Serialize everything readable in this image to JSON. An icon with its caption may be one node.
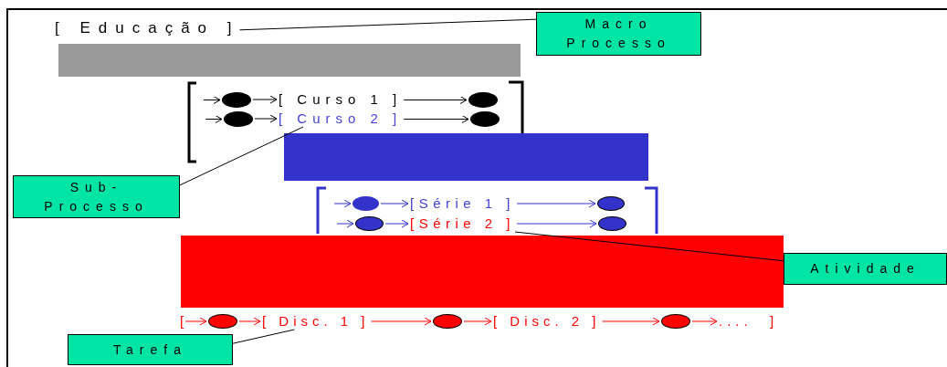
{
  "diagram": {
    "nodes": [
      {
        "text": [
          "[ Educação ]"
        ]
      },
      {
        "text": [
          "Macro Processo"
        ]
      },
      {
        "text": [],
        "shape": "bar"
      },
      {
        "text": [],
        "shape": "ellipse"
      },
      {
        "text": [
          "[ Curso 1 ]"
        ]
      },
      {
        "text": [],
        "shape": "ellipse"
      },
      {
        "text": [],
        "shape": "ellipse"
      },
      {
        "text": [
          "[ Curso 2 ]"
        ]
      },
      {
        "text": [],
        "shape": "ellipse"
      },
      {
        "text": [],
        "shape": "bar"
      },
      {
        "text": [
          "Sub- Processo"
        ]
      },
      {
        "text": [],
        "shape": "ellipse"
      },
      {
        "text": [
          "[Série 1 ]"
        ]
      },
      {
        "text": [],
        "shape": "ellipse"
      },
      {
        "text": [],
        "shape": "ellipse"
      },
      {
        "text": [
          "[Série 2 ]"
        ]
      },
      {
        "text": [],
        "shape": "ellipse"
      },
      {
        "text": [],
        "shape": "bar"
      },
      {
        "text": [
          "Atividade"
        ]
      },
      {
        "text": [
          "["
        ]
      },
      {
        "text": [],
        "shape": "ellipse"
      },
      {
        "text": [
          "[ Disc. 1 ]"
        ]
      },
      {
        "text": [],
        "shape": "ellipse"
      },
      {
        "text": [
          "[ Disc. 2 ]"
        ]
      },
      {
        "text": [],
        "shape": "ellipse"
      },
      {
        "text": [
          "...."
        ]
      },
      {
        "text": [
          "Tarefa"
        ]
      }
    ],
    "edges": [
      {
        "from": 1,
        "to": 0,
        "arrow": "none"
      },
      {
        "from": null,
        "to": 3,
        "arrow": "to"
      },
      {
        "from": 3,
        "to": 4,
        "arrow": "to"
      },
      {
        "from": 4,
        "to": 5,
        "arrow": "to"
      },
      {
        "from": null,
        "to": 6,
        "arrow": "to"
      },
      {
        "from": 6,
        "to": 7,
        "arrow": "to"
      },
      {
        "from": 7,
        "to": 8,
        "arrow": "to"
      },
      {
        "from": 10,
        "to": 7,
        "arrow": "none"
      },
      {
        "from": null,
        "to": 11,
        "arrow": "to",
        "color": "#3333cc"
      },
      {
        "from": 11,
        "to": 12,
        "arrow": "to",
        "color": "#3333cc"
      },
      {
        "from": 12,
        "to": 13,
        "arrow": "to",
        "color": "#3333cc"
      },
      {
        "from": null,
        "to": 14,
        "arrow": "to",
        "color": "#3333cc"
      },
      {
        "from": 14,
        "to": 15,
        "arrow": "to",
        "color": "#3333cc"
      },
      {
        "from": 15,
        "to": 16,
        "arrow": "to",
        "color": "#3333cc"
      },
      {
        "from": 18,
        "to": 15,
        "arrow": "none"
      },
      {
        "from": 19,
        "to": 20,
        "arrow": "to",
        "color": "#ff0000"
      },
      {
        "from": 20,
        "to": 21,
        "arrow": "to",
        "color": "#ff0000"
      },
      {
        "from": 21,
        "to": 22,
        "arrow": "to",
        "color": "#ff0000"
      },
      {
        "from": 22,
        "to": 23,
        "arrow": "to",
        "color": "#ff0000"
      },
      {
        "from": 23,
        "to": 24,
        "arrow": "to",
        "color": "#ff0000"
      },
      {
        "from": 24,
        "to": 25,
        "arrow": "to",
        "color": "#ff0000"
      },
      {
        "from": 26,
        "to": 21,
        "arrow": "none"
      }
    ],
    "labels": [
      "]"
    ]
  }
}
